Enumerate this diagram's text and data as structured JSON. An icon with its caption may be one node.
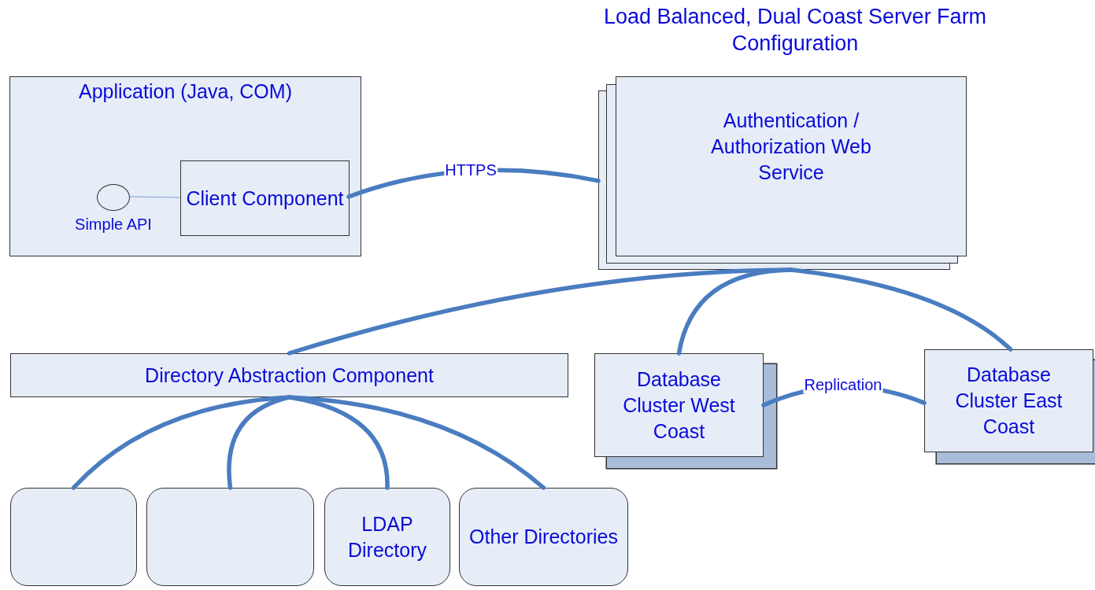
{
  "diagram": {
    "title": "Load Balanced, Dual Coast Server Farm Configuration",
    "nodes": [
      {
        "text": [
          "Application (Java, COM)"
        ]
      },
      {
        "text": [],
        "shape": "circle",
        "in": 0,
        "beside": [
          "Simple API"
        ]
      },
      {
        "text": [
          "Client Component"
        ],
        "in": 0
      },
      {
        "text": [
          "Authentication / Authorization Web Service"
        ]
      },
      {
        "text": [
          "Directory Abstraction Component"
        ]
      },
      {
        "text": [
          "Database Cluster West Coast"
        ]
      },
      {
        "text": [
          "Database Cluster East Coast"
        ]
      },
      {
        "text": [],
        "shape": "box"
      },
      {
        "text": [],
        "shape": "box"
      },
      {
        "text": [
          "LDAP Directory"
        ]
      },
      {
        "text": [
          "Other Directories"
        ]
      }
    ],
    "edges": [
      {
        "from": 1,
        "to": 2,
        "arrow": "none",
        "color": "#7f9fd0"
      },
      {
        "from": 2,
        "to": 3,
        "arrow": "none",
        "label": "HTTPS"
      },
      {
        "from": 3,
        "to": 4,
        "arrow": "none"
      },
      {
        "from": 3,
        "to": 5,
        "arrow": "none"
      },
      {
        "from": 3,
        "to": 6,
        "arrow": "none"
      },
      {
        "from": 5,
        "to": 6,
        "arrow": "none",
        "label": "Replication"
      },
      {
        "from": 4,
        "to": 7,
        "arrow": "none"
      },
      {
        "from": 4,
        "to": 8,
        "arrow": "none"
      },
      {
        "from": 4,
        "to": 9,
        "arrow": "none"
      },
      {
        "from": 4,
        "to": 10,
        "arrow": "none"
      }
    ]
  }
}
